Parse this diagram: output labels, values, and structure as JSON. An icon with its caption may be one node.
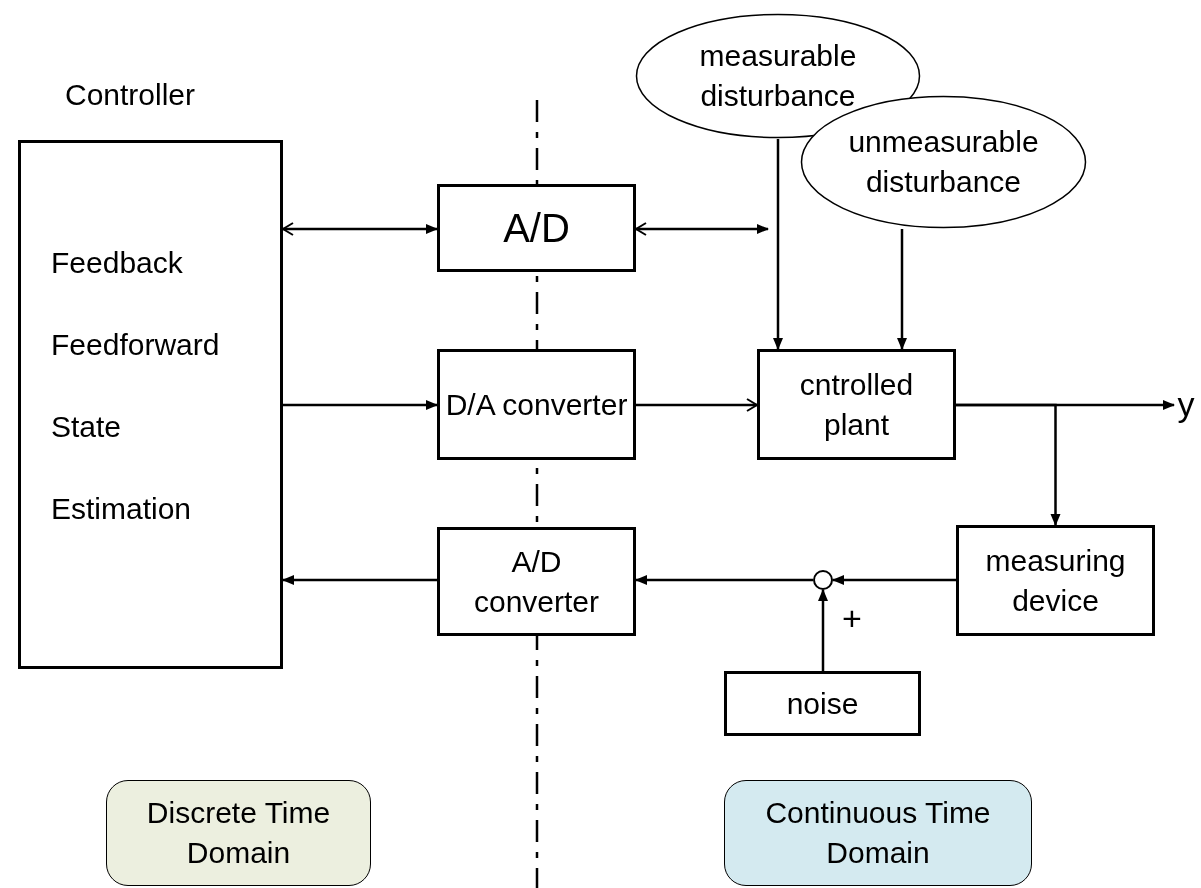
{
  "diagram": {
    "nodes": [
      {
        "text": [
          "Controller",
          "Feedback",
          "Feedforward",
          "State",
          "Estimation"
        ]
      },
      {
        "text": [
          "A/D"
        ]
      },
      {
        "text": [
          "D/A converter"
        ]
      },
      {
        "text": [
          "A/D converter"
        ]
      },
      {
        "text": [
          "measurable disturbance"
        ]
      },
      {
        "text": [
          "unmeasurable disturbance"
        ]
      },
      {
        "text": [
          "cntrolled plant"
        ]
      },
      {
        "text": [
          "measuring device"
        ]
      },
      {
        "text": [],
        "shape": "circle"
      },
      {
        "text": [
          "noise"
        ]
      },
      {
        "text": [
          "Discrete Time Domain"
        ]
      },
      {
        "text": [
          "Continuous Time Domain"
        ]
      },
      {
        "text": [
          "y"
        ]
      }
    ],
    "edges": [
      {
        "from": 0,
        "to": 1,
        "arrow": "both"
      },
      {
        "from": 1,
        "to": null,
        "arrow": "both"
      },
      {
        "from": 0,
        "to": 2,
        "arrow": "to"
      },
      {
        "from": 2,
        "to": 6,
        "arrow": "to"
      },
      {
        "from": 4,
        "to": 6,
        "arrow": "to"
      },
      {
        "from": 5,
        "to": 6,
        "arrow": "to"
      },
      {
        "from": 6,
        "to": 12,
        "arrow": "to"
      },
      {
        "from": 6,
        "to": 7,
        "arrow": "to"
      },
      {
        "from": 7,
        "to": 8,
        "arrow": "to"
      },
      {
        "from": 9,
        "to": 8,
        "arrow": "to"
      },
      {
        "from": 8,
        "to": 3,
        "arrow": "to"
      },
      {
        "from": 3,
        "to": 0,
        "arrow": "to"
      }
    ],
    "labels": [
      "+"
    ]
  }
}
